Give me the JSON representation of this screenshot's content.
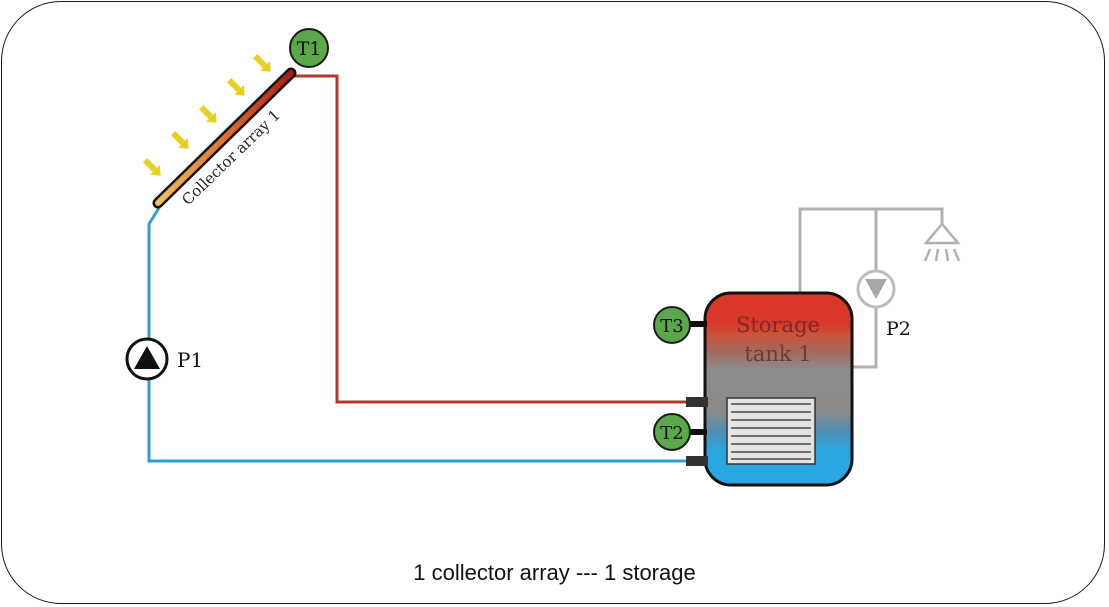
{
  "collector": {
    "label": "Collector array 1"
  },
  "sensors": {
    "t1": "T1",
    "t2": "T2",
    "t3": "T3"
  },
  "pumps": {
    "p1": "P1",
    "p2": "P2"
  },
  "tank": {
    "line1": "Storage",
    "line2": "tank 1"
  },
  "caption": "1 collector array --- 1 storage",
  "colors": {
    "hot_pipe": "#b03a2e",
    "cold_pipe": "#2f9fd6",
    "hot_water_pipe": "#b0b0b0",
    "sensor": "#5aa84a",
    "sun_arrow": "#e6d020",
    "tank_hot": "#d23a2a",
    "tank_mid": "#8c8c8c",
    "tank_cold": "#2aa6e0"
  },
  "icons": [
    "sun-ray-arrow-icon",
    "pump-icon",
    "shower-head-icon",
    "temperature-sensor-icon"
  ]
}
